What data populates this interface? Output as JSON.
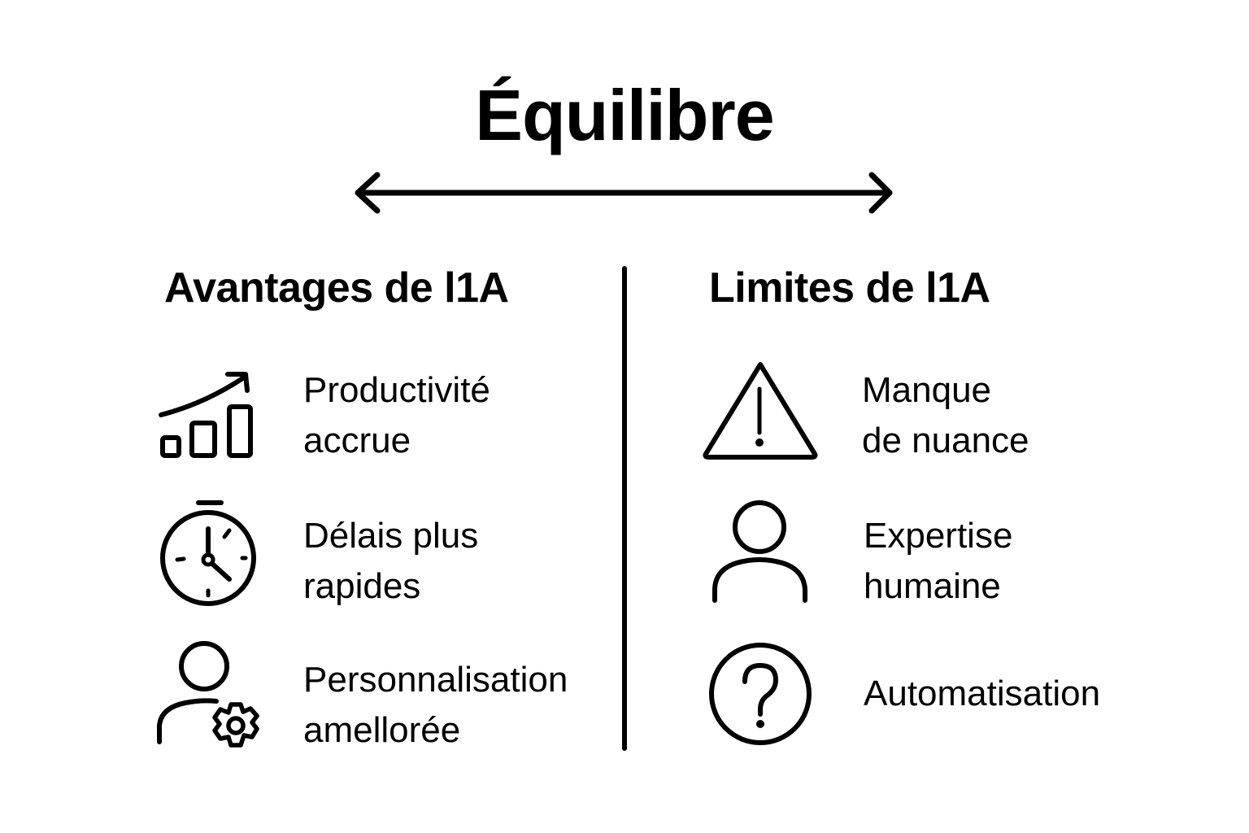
{
  "title": "Équilibre",
  "balance_arrow": {
    "icon": "double-arrow-icon",
    "color": "#000000"
  },
  "left_column": {
    "heading": "Avantages de l1A",
    "items": [
      {
        "icon": "growth-chart-icon",
        "line1": "Productivité",
        "line2": "accrue"
      },
      {
        "icon": "stopwatch-icon",
        "line1": "Délais plus",
        "line2": "rapides"
      },
      {
        "icon": "user-gear-icon",
        "line1": "Personnalisation",
        "line2": "amellorée"
      }
    ]
  },
  "right_column": {
    "heading": "Limites de l1A",
    "items": [
      {
        "icon": "warning-triangle-icon",
        "line1": "Manque",
        "line2": "de nuance"
      },
      {
        "icon": "user-icon",
        "line1": "Expertise",
        "line2": "humaine"
      },
      {
        "icon": "question-circle-icon",
        "line1": "Automatisation",
        "line2": ""
      }
    ]
  },
  "colors": {
    "ink": "#000000",
    "background": "#ffffff"
  }
}
